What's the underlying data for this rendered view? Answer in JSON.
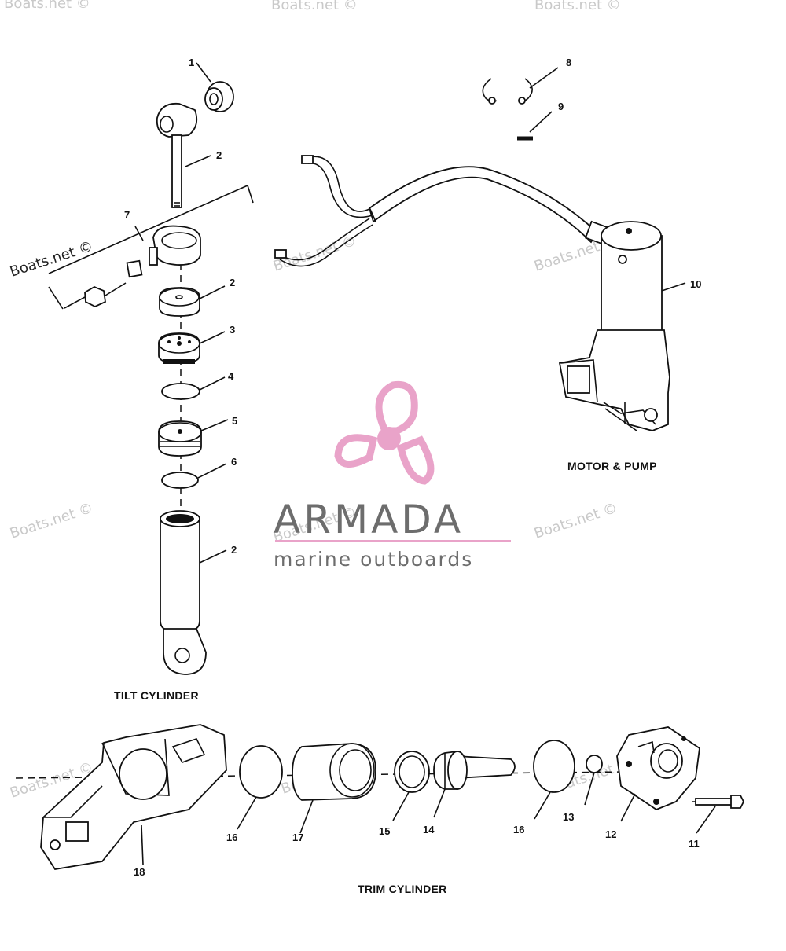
{
  "sections": {
    "tilt": "TILT CYLINDER",
    "motor": "MOTOR & PUMP",
    "trim": "TRIM CYLINDER"
  },
  "callouts": {
    "c1": "1",
    "c2a": "2",
    "c7": "7",
    "c2b": "2",
    "c3": "3",
    "c4": "4",
    "c5": "5",
    "c6": "6",
    "c2c": "2",
    "c8": "8",
    "c9": "9",
    "c10": "10",
    "c16a": "16",
    "c17": "17",
    "c15": "15",
    "c14": "14",
    "c16b": "16",
    "c13": "13",
    "c12": "12",
    "c11": "11",
    "c18": "18"
  },
  "watermark": {
    "text": "Boats.net ©",
    "brand": "ARMADA",
    "tagline": "marine outboards",
    "brand_color": "#6d6d6d",
    "accent_color": "#e9a3c9"
  }
}
